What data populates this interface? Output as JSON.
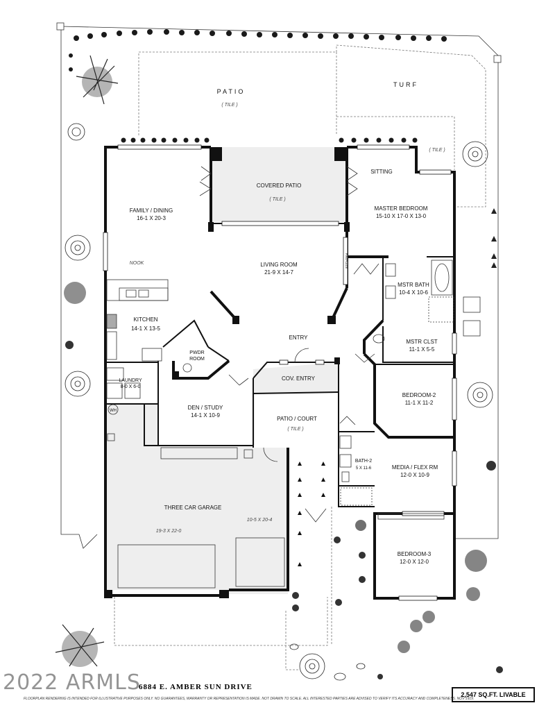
{
  "outdoor": {
    "patio": "PATIO",
    "patio_finish": "( TILE )",
    "turf": "TURF",
    "side_finish": "( TILE )"
  },
  "rooms": {
    "covered_patio": {
      "name": "COVERED PATIO",
      "finish": "( TILE )"
    },
    "family_dining": {
      "name": "FAMILY / DINING",
      "dims": "16-1  X  20-3"
    },
    "nook": "NOOK",
    "living_room": {
      "name": "LIVING ROOM",
      "dims": "21-9  X  14-7"
    },
    "sitting": "SITTING",
    "master_bedroom": {
      "name": "MASTER BEDROOM",
      "dims": "15-10 X 17-0 X 13-0"
    },
    "mstr_bath": {
      "name": "MSTR BATH",
      "dims": "10-4  X  10-6"
    },
    "mstr_clst": {
      "name": "MSTR  CLST",
      "dims": "11-1  X  5-5"
    },
    "kitchen": {
      "name": "KITCHEN",
      "dims": "14-1  X  13-5"
    },
    "pwdr_room": {
      "line1": "PWDR",
      "line2": "ROOM"
    },
    "entry": "ENTRY",
    "cov_entry": "COV. ENTRY",
    "laundry": {
      "name": "LAUNDRY",
      "dims": "8-0 X 6-0"
    },
    "wh": "WH",
    "den_study": {
      "name": "DEN / STUDY",
      "dims": "14-1  X  10-9"
    },
    "patio_court": {
      "name": "PATIO / COURT",
      "finish": "( TILE )"
    },
    "bedroom_2": {
      "name": "BEDROOM-2",
      "dims": "11-1  X  11-2"
    },
    "bath_2": {
      "name": "BATH-2",
      "dims": "5 X 11-6"
    },
    "media_flex": {
      "name": "MEDIA / FLEX RM",
      "dims": "12-0  X  10-9"
    },
    "garage": {
      "name": "THREE CAR GARAGE",
      "dims_left": "19-3 X 22-0",
      "dims_right": "10-5 X 20-4"
    },
    "bedroom_3": {
      "name": "BEDROOM-3",
      "dims": "12-0  X  12-0"
    },
    "fireplace": "FIREPLACE"
  },
  "footer": {
    "address": "6884 E. AMBER SUN DRIVE",
    "livable": "2,547 SQ.FT. LIVABLE",
    "disclaimer": "FLOORPLAN RENDERING IS INTENDED FOR ILLUSTRATIVE PURPOSES ONLY.  NO GUARANTEES, WARRANTY OR REPRESENTATION IS MADE.  NOT DRAWN TO SCALE.  ALL INTERESTED PARTIES ARE ADVISED TO VERIFY ITS ACCURACY AND COMPLETENESS. NOV 1919.",
    "watermark": "2022 ARMLS"
  },
  "colors": {
    "wall": "#111111",
    "floor_shade": "#eeeeee",
    "hedge": "#1a1a1a"
  }
}
